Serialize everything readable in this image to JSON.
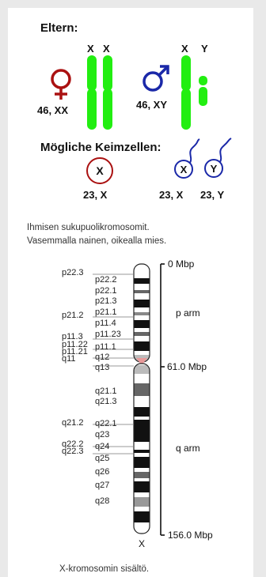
{
  "genetics": {
    "parents_heading": "Eltern:",
    "female": {
      "chromosome_labels": [
        "X",
        "X"
      ],
      "karyotype": "46, XX"
    },
    "male": {
      "chromosome_labels": [
        "X",
        "Y"
      ],
      "karyotype": "46, XY"
    },
    "gametes_heading": "Mögliche Keimzellen:",
    "egg": {
      "chromosome": "X",
      "label": "23, X"
    },
    "sperm": [
      {
        "chromosome": "X",
        "label": "23, X"
      },
      {
        "chromosome": "Y",
        "label": "23, Y"
      }
    ]
  },
  "caption_1": {
    "line1": "Ihmisen sukupuolikromosomit.",
    "line2": "Vasemmalla nainen, oikealla mies."
  },
  "ideogram": {
    "left_bands": [
      "p22.3",
      "p21.2",
      "p11.3",
      "p11.22",
      "p11.21",
      "q11",
      "q21.2",
      "q22.2",
      "q22.3"
    ],
    "right_bands": [
      "p22.2",
      "p22.1",
      "p21.3",
      "p21.1",
      "p11.4",
      "p11.23",
      "p11.1",
      "q12",
      "q13",
      "q21.1",
      "q21.3",
      "q22.1",
      "q23",
      "q24",
      "q25",
      "q26",
      "q27",
      "q28"
    ],
    "scale": {
      "top": "0 Mbp",
      "centromere": "61.0 Mbp",
      "bottom": "156.0 Mbp"
    },
    "arms": {
      "p": "p arm",
      "q": "q arm"
    },
    "chromosome_label": "X"
  },
  "caption_2": "X-kromosomin sisältö.",
  "colors": {
    "chromosome_green": "#22ee11",
    "female_symbol": "#aa1111",
    "male_symbol": "#1a28a8",
    "egg_circle": "#aa1111",
    "sperm_circle": "#1a28a8",
    "centromere": "#e89a9a"
  }
}
